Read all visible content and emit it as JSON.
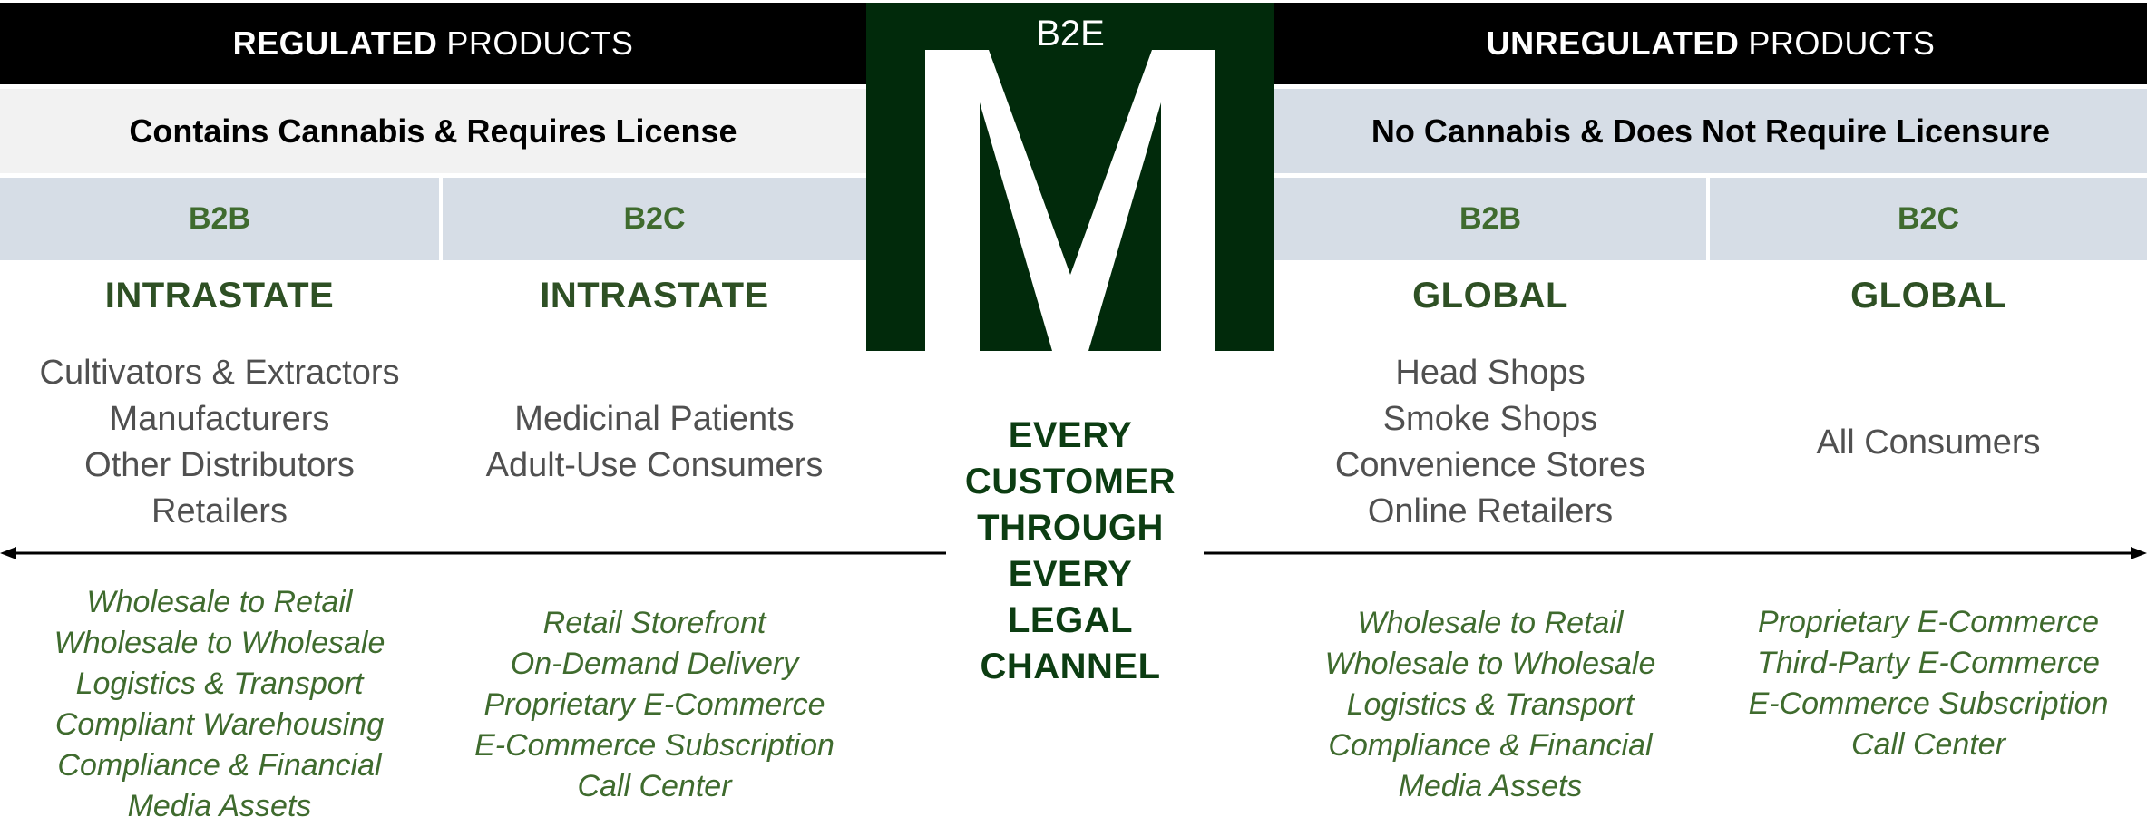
{
  "regulated": {
    "header_bold": "REGULATED",
    "header_rest": "PRODUCTS",
    "subtitle": "Contains Cannabis & Requires License",
    "columns": [
      {
        "channel": "B2B",
        "scope": "INTRASTATE",
        "customers": [
          "Cultivators & Extractors",
          "Manufacturers",
          "Other Distributors",
          "Retailers"
        ],
        "methods": [
          "Wholesale to Retail",
          "Wholesale to Wholesale",
          "Logistics & Transport",
          "Compliant Warehousing",
          "Compliance & Financial",
          "Media Assets"
        ]
      },
      {
        "channel": "B2C",
        "scope": "INTRASTATE",
        "customers": [
          "Medicinal Patients",
          "Adult-Use Consumers"
        ],
        "methods": [
          "Retail Storefront",
          "On-Demand Delivery",
          "Proprietary E-Commerce",
          "E-Commerce Subscription",
          "Call Center"
        ]
      }
    ]
  },
  "center": {
    "logo_letter": "M",
    "logo_tag": "B2E",
    "slogan": [
      "EVERY",
      "CUSTOMER",
      "THROUGH",
      "EVERY",
      "LEGAL",
      "CHANNEL"
    ]
  },
  "unregulated": {
    "header_bold": "UNREGULATED",
    "header_rest": "PRODUCTS",
    "subtitle": "No Cannabis & Does Not Require Licensure",
    "columns": [
      {
        "channel": "B2B",
        "scope": "GLOBAL",
        "customers": [
          "Head Shops",
          "Smoke Shops",
          "Convenience Stores",
          "Online Retailers"
        ],
        "methods": [
          "Wholesale to Retail",
          "Wholesale to Wholesale",
          "Logistics & Transport",
          "Compliance & Financial",
          "Media Assets"
        ]
      },
      {
        "channel": "B2C",
        "scope": "GLOBAL",
        "customers": [
          "All Consumers"
        ],
        "methods": [
          "Proprietary E-Commerce",
          "Third-Party E-Commerce",
          "E-Commerce Subscription",
          "Call Center"
        ]
      }
    ]
  },
  "colors": {
    "header_bg": "#000000",
    "regulated_subtitle_bg": "#f2f2f2",
    "unregulated_subtitle_bg": "#d6dde6",
    "channel_bg": "#d6dde6",
    "logo_bg": "#012a0b",
    "accent_green": "#3f6b2e",
    "slogan_green": "#0c3d12"
  }
}
